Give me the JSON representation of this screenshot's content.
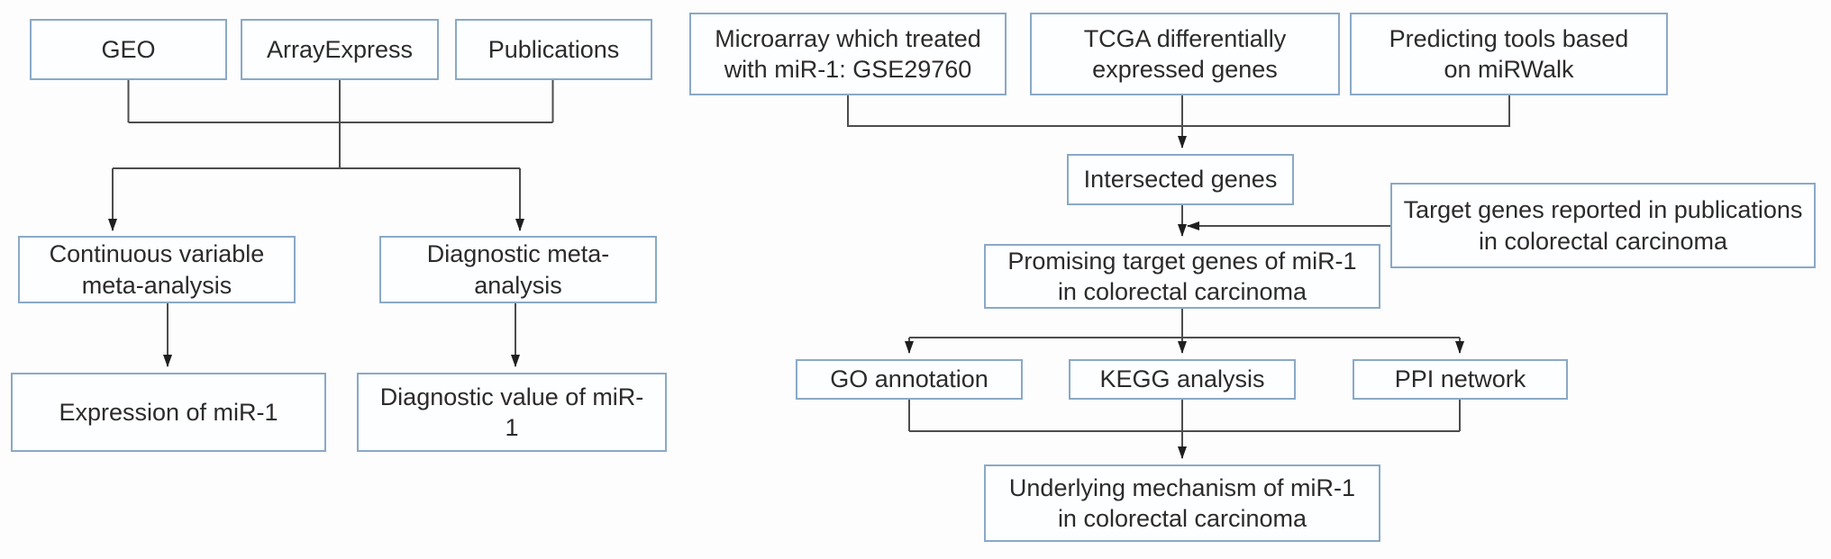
{
  "figure": {
    "type": "flowchart",
    "colors": {
      "background": "#fdfdfd",
      "box_border": "#8aa9c6",
      "box_fill": "#fdfeff",
      "connector_line": "#4d4d4d",
      "arrowhead": "#1f1f1f",
      "text": "#2b2b2b"
    }
  },
  "left_flowchart": {
    "nodes": {
      "geo": "GEO",
      "array_express": "ArrayExpress",
      "publications": "Publications",
      "continuous_meta": "Continuous variable meta-analysis",
      "diagnostic_meta": "Diagnostic meta-analysis",
      "expression": "Expression of miR-1",
      "diagnostic_value": "Diagnostic value of miR-1"
    },
    "edges": [
      {
        "from": [
          "geo",
          "array_express",
          "publications"
        ],
        "to": [
          "continuous_meta",
          "diagnostic_meta"
        ]
      },
      {
        "from": "continuous_meta",
        "to": "expression"
      },
      {
        "from": "diagnostic_meta",
        "to": "diagnostic_value"
      }
    ]
  },
  "right_flowchart": {
    "nodes": {
      "microarray_gse29760": "Microarray which treated with miR-1: GSE29760",
      "tcga_deg": "TCGA differentially expressed genes",
      "mirwalk_tools": "Predicting tools based on miRWalk",
      "intersected_genes": "Intersected genes",
      "target_genes_publications": "Target genes reported in publications in colorectal carcinoma",
      "promising_targets": "Promising target genes of miR-1 in colorectal carcinoma",
      "go_annotation": "GO annotation",
      "kegg_analysis": "KEGG analysis",
      "ppi_network": "PPI network",
      "underlying_mechanism": "Underlying mechanism of miR-1 in colorectal carcinoma"
    },
    "edges": [
      {
        "from": [
          "microarray_gse29760",
          "tcga_deg",
          "mirwalk_tools"
        ],
        "to": "intersected_genes"
      },
      {
        "from": "intersected_genes",
        "to": "promising_targets"
      },
      {
        "from": "target_genes_publications",
        "to": "promising_targets"
      },
      {
        "from": "promising_targets",
        "to": [
          "go_annotation",
          "kegg_analysis",
          "ppi_network"
        ]
      },
      {
        "from": [
          "go_annotation",
          "kegg_analysis",
          "ppi_network"
        ],
        "to": "underlying_mechanism"
      }
    ]
  }
}
